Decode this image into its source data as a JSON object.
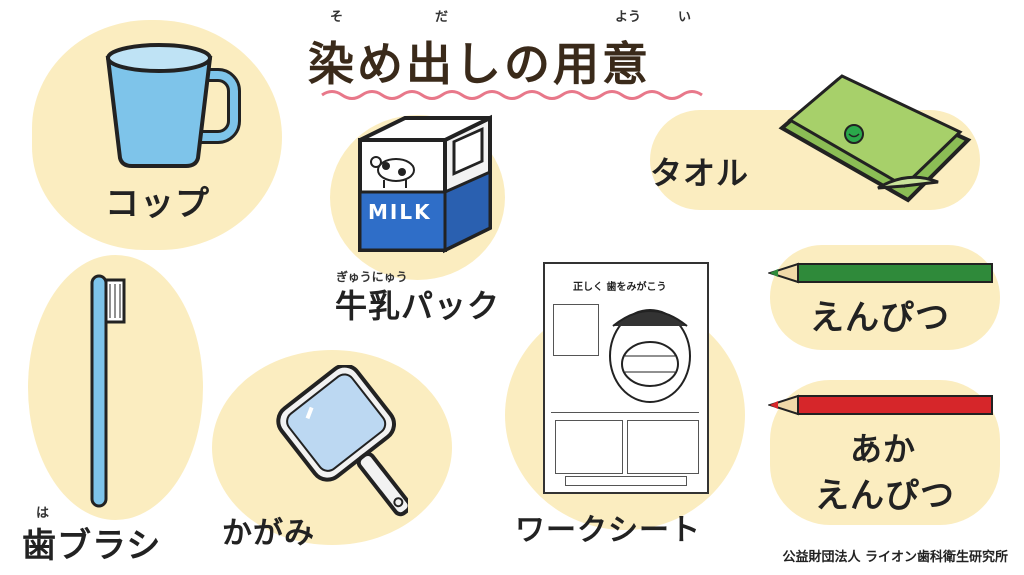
{
  "title": {
    "text": "染め出しの用意",
    "ruby": [
      "そ",
      "だ",
      "よう",
      "い"
    ]
  },
  "items": {
    "cup": {
      "label": "コップ"
    },
    "milk": {
      "label": "牛乳パック",
      "ruby": "ぎゅうにゅう",
      "carton_text": "MILK"
    },
    "towel": {
      "label": "タオル"
    },
    "toothbrush": {
      "label": "歯ブラシ",
      "ruby": "は"
    },
    "mirror": {
      "label": "かがみ"
    },
    "worksheet": {
      "label": "ワークシート",
      "heading": "正しく 歯をみがこう"
    },
    "pencil": {
      "label": "えんぴつ"
    },
    "red_pencil": {
      "label_line1": "あか",
      "label_line2": "えんぴつ"
    }
  },
  "credit": "公益財団法人 ライオン歯科衛生研究所",
  "colors": {
    "blob": "#fbedc0",
    "cup_blue": "#7ec4ea",
    "pencil_green": "#2f8a3a",
    "pencil_red": "#d6262a",
    "towel_green": "#a7d06a",
    "title_wave": "#e8788a"
  }
}
